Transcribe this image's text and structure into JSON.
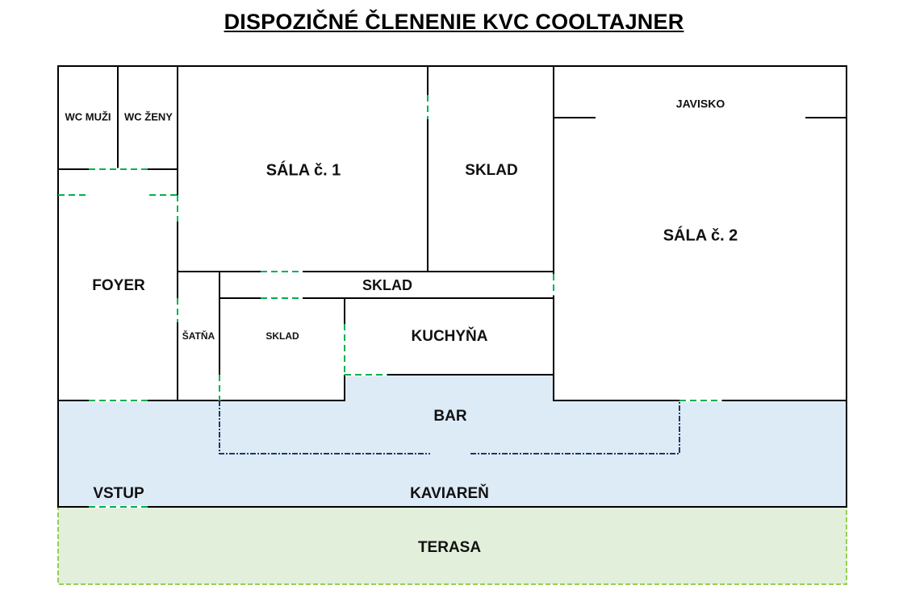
{
  "title": "DISPOZIČNÉ ČLENENIE KVC COOLTAJNER",
  "rooms": {
    "wc_muzi": "WC MUŽI",
    "wc_zeny": "WC ŽENY",
    "sala1": "SÁLA č. 1",
    "sklad_top": "SKLAD",
    "javisko": "JAVISKO",
    "sala2": "SÁLA č. 2",
    "foyer": "FOYER",
    "sklad_long": "SKLAD",
    "satna": "ŠATŇA",
    "sklad_small": "SKLAD",
    "kuchyna": "KUCHYŇA",
    "bar": "BAR",
    "vstup": "VSTUP",
    "kaviaren": "KAVIAREŇ",
    "terasa": "TERASA"
  },
  "colors": {
    "gray_room": "#EDEDED",
    "hall": "#FCE4D6",
    "foyer": "#FFF2CC",
    "cafe": "#DDEBF7",
    "terrace": "#E2EFDA",
    "door": "#00B050",
    "bar_outline": "#1F3864",
    "terrace_outline": "#92D050"
  }
}
